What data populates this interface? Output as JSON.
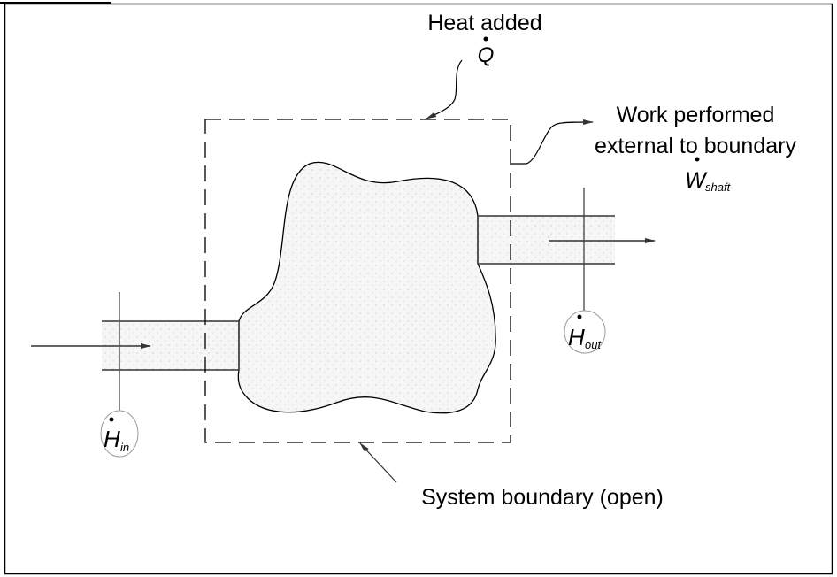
{
  "labels": {
    "heat_added": "Heat added",
    "heat_symbol": "Q",
    "work_line1": "Work performed",
    "work_line2": "external to boundary",
    "work_symbol": "W",
    "work_subscript": "shaft",
    "enthalpy_in_symbol": "H",
    "enthalpy_in_subscript": "in",
    "enthalpy_out_symbol": "H",
    "enthalpy_out_subscript": "out",
    "system_boundary": "System boundary (open)"
  },
  "colors": {
    "line": "#000000",
    "fill": "#f4f4f4",
    "pipe_line": "#555555"
  }
}
